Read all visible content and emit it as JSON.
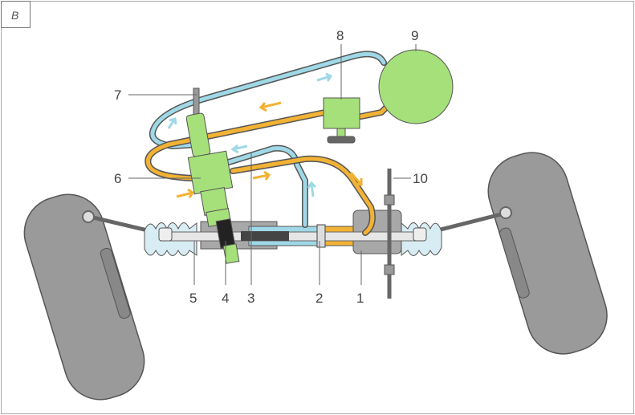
{
  "panel_letter": "B",
  "labels": {
    "l1": "1",
    "l2": "2",
    "l3": "3",
    "l4": "4",
    "l5": "5",
    "l6": "6",
    "l7": "7",
    "l8": "8",
    "l9": "9",
    "l10": "10"
  },
  "colors": {
    "pressure": "#f2b234",
    "return": "#9fd8e6",
    "component": "#a6e07a",
    "metal": "#bdbdbd",
    "tire": "#9a9a9a"
  }
}
